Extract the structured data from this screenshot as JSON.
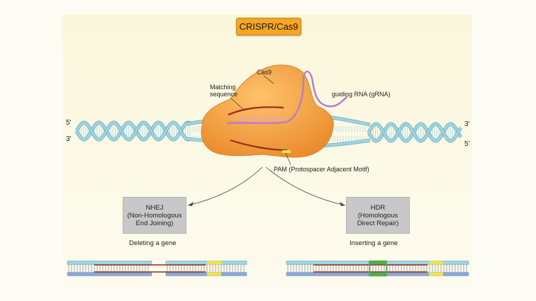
{
  "title": "CRISPR/Cas9",
  "labels": {
    "cas9": "Cas9",
    "matching_sequence": [
      "Matching",
      "sequence"
    ],
    "guide_rna": "guiding RNA (gRNA)",
    "pam": "PAM (Protospacer Adjacent Motif)"
  },
  "strand_ends": {
    "top_left": "5'",
    "bottom_left": "3'",
    "top_right": "3'",
    "bottom_right": "5'"
  },
  "pathways": [
    {
      "box_lines": [
        "NHEJ",
        "(Non-Homologous",
        "End Joining)"
      ],
      "caption": "Deleting a gene"
    },
    {
      "box_lines": [
        "HDR",
        "(Homologous",
        "Direct Repair)"
      ],
      "caption": "Inserting a gene"
    }
  ],
  "colors": {
    "title_fill": "#f5a623",
    "cas9_fill": "#f5a640",
    "dna_blue": "#9fd4e0",
    "dna_outline": "#6aaec0",
    "gRNA": "#b57cc8",
    "target_red": "#9a2a1a",
    "pam_yellow": "#f2e24a",
    "insert_green": "#4caf50",
    "box_gray": "#c8c8c8"
  }
}
